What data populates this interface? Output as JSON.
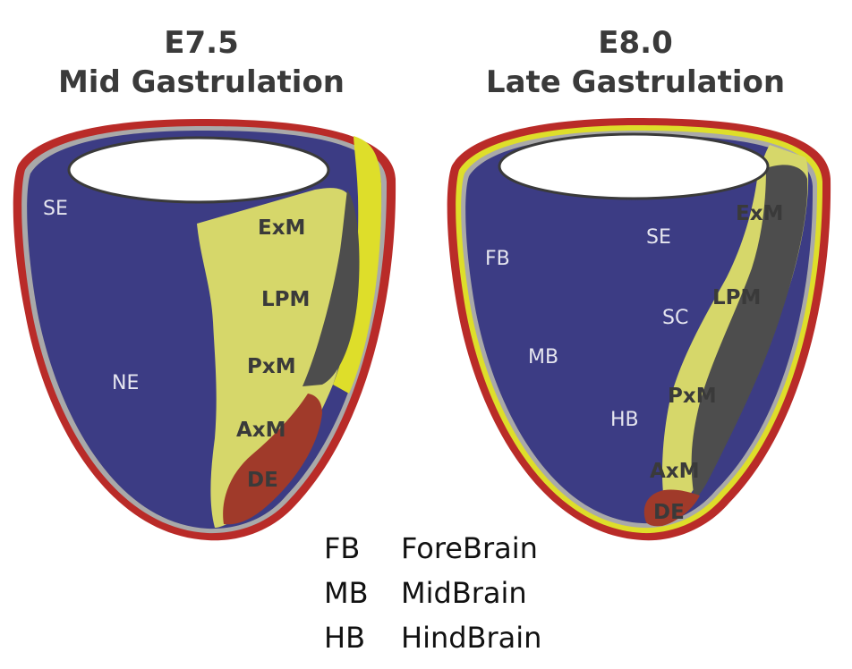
{
  "panels": [
    {
      "stage": "E7.5",
      "phase": "Mid Gastrulation",
      "labels": {
        "SE": "SE",
        "NE": "NE",
        "ExM": "ExM",
        "LPM": "LPM",
        "PxM": "PxM",
        "AxM": "AxM",
        "DE": "DE"
      }
    },
    {
      "stage": "E8.0",
      "phase": "Late Gastrulation",
      "labels": {
        "FB": "FB",
        "MB": "MB",
        "HB": "HB",
        "SE": "SE",
        "SC": "SC",
        "ExM": "ExM",
        "LPM": "LPM",
        "PxM": "PxM",
        "AxM": "AxM",
        "DE": "DE"
      }
    }
  ],
  "legend": [
    {
      "abbr": "FB",
      "name": "ForeBrain"
    },
    {
      "abbr": "MB",
      "name": "MidBrain"
    },
    {
      "abbr": "HB",
      "name": "HindBrain"
    }
  ],
  "colors": {
    "ectoderm": "#3c3c84",
    "mesoderm": "#d6d76a",
    "endoderm": "#a03a2a",
    "visceral_endoderm": "#b92b28",
    "extraembryonic": "#4d4d4d",
    "outline": "#a9a9a9",
    "bright_yellow": "#dede2a"
  }
}
